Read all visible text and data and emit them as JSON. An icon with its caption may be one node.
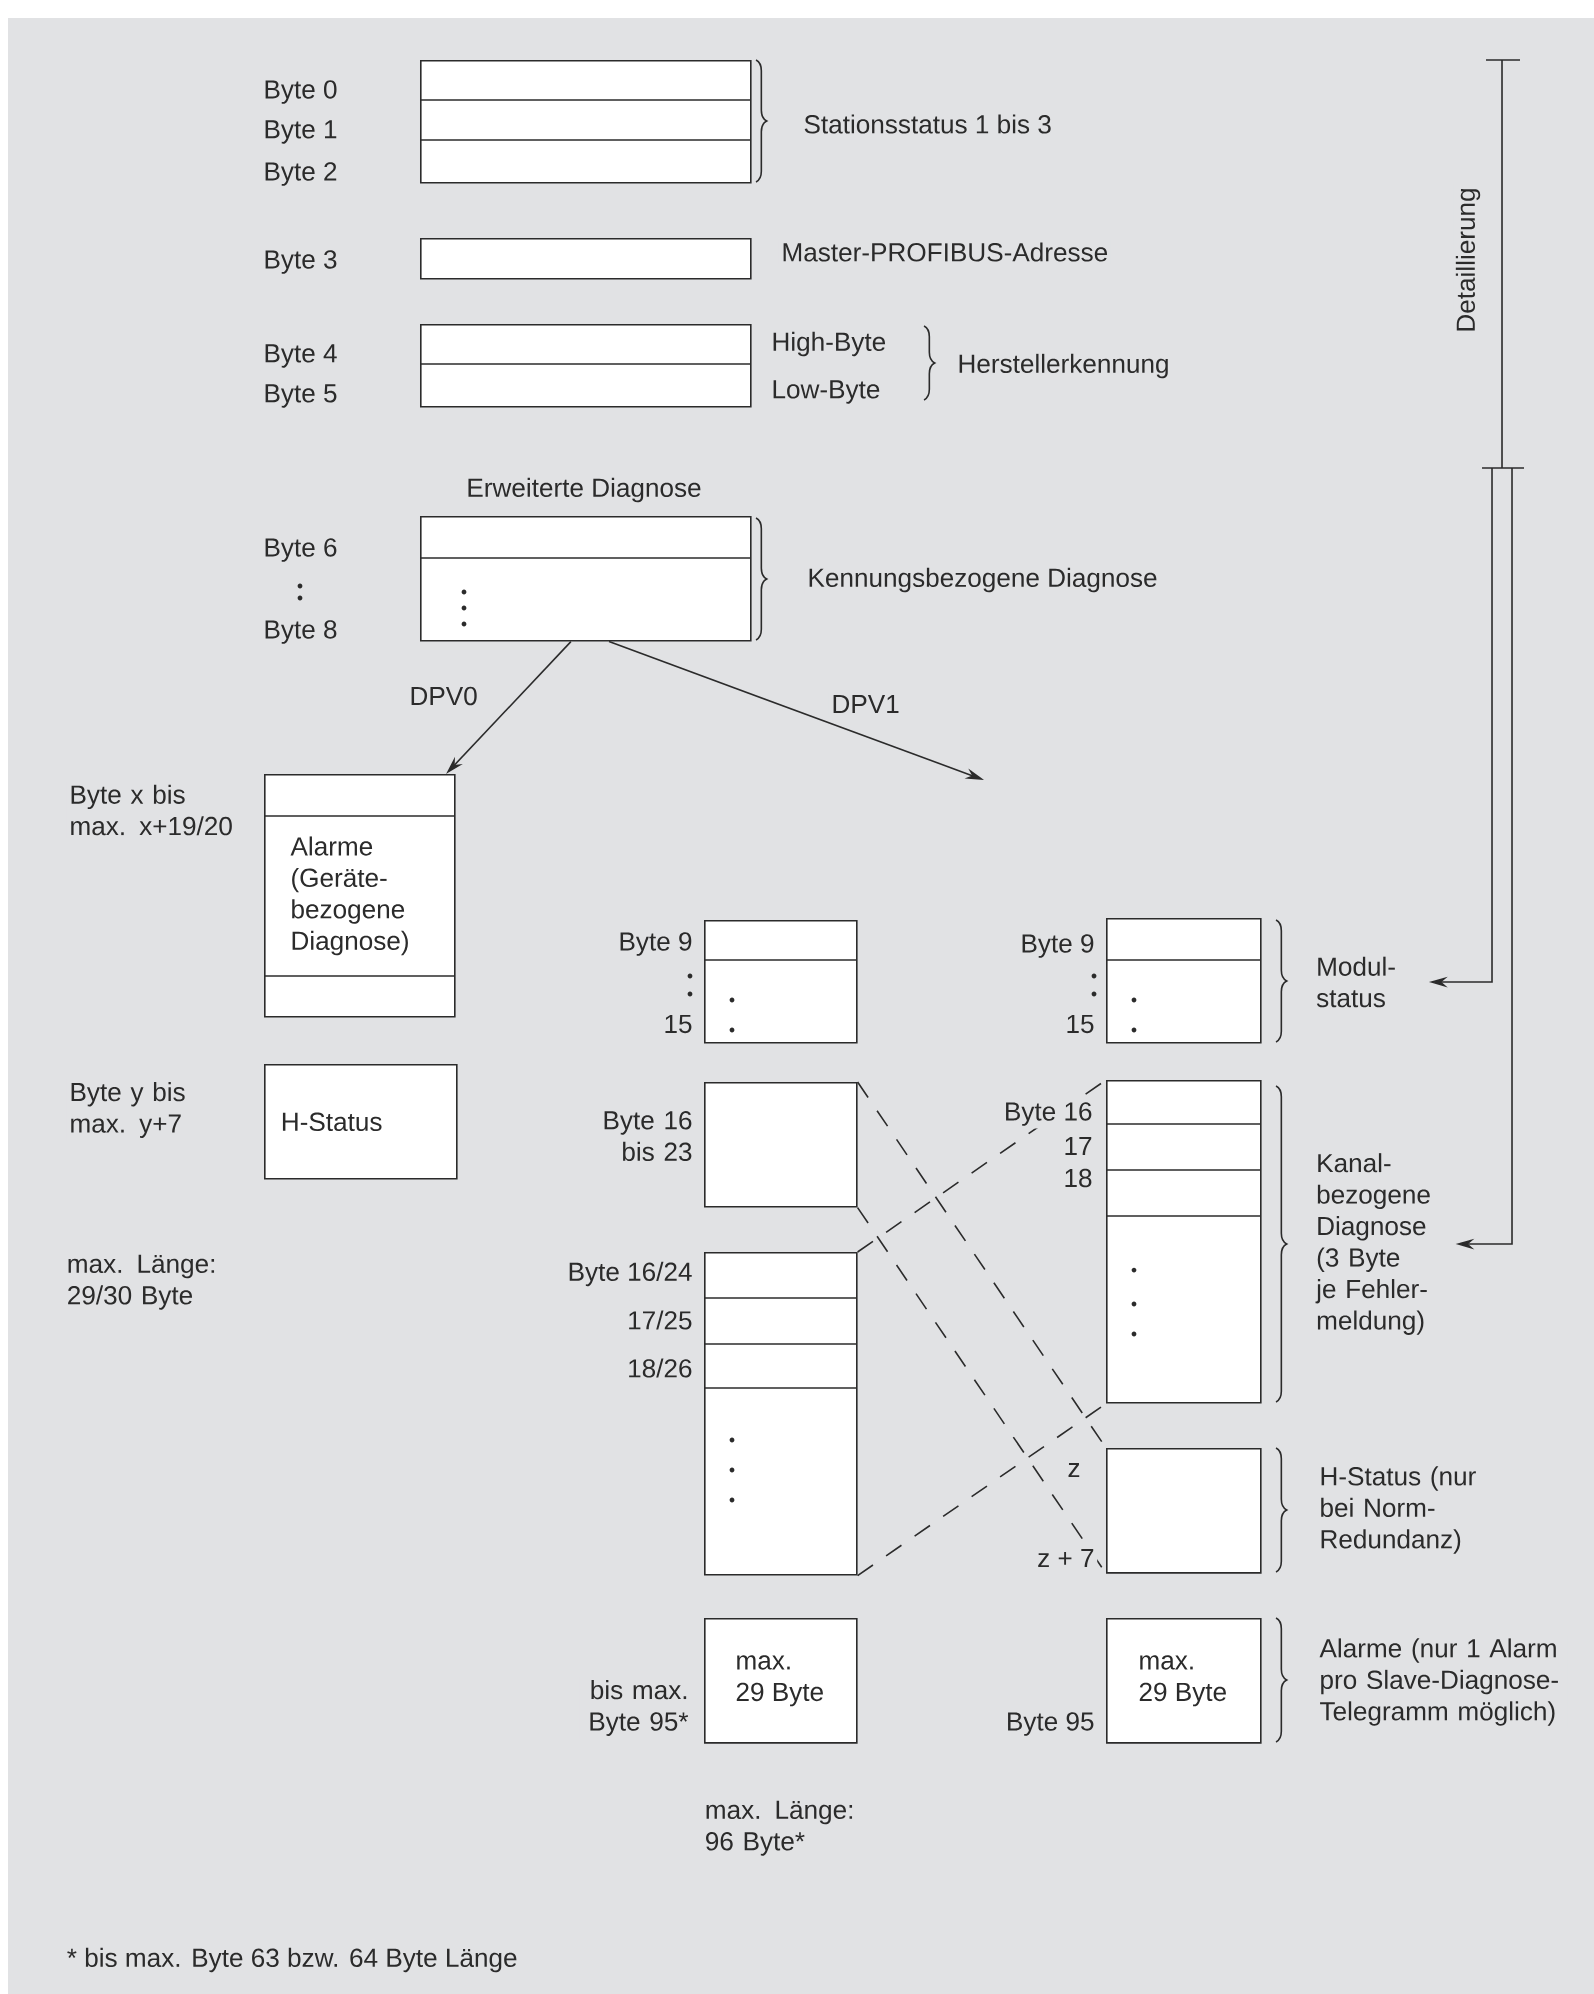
{
  "diagram": {
    "nodes": [
      {
        "text": [],
        "shape": "box",
        "beside": [
          "Byte 0",
          "Byte 1",
          "Byte 2",
          "Stationsstatus 1 bis 3"
        ]
      },
      {
        "text": [],
        "shape": "box",
        "beside": [
          "Byte 3",
          "Master-PROFIBUS-Adresse"
        ]
      },
      {
        "text": [],
        "shape": "box",
        "beside": [
          "Byte 4",
          "Byte 5",
          "High-Byte",
          "Low-Byte",
          "Herstellerkennung"
        ]
      },
      {
        "text": [
          "Erweiterte Diagnose"
        ],
        "beside": [
          "Byte 6",
          "Byte 8",
          "Kennungsbezogene Diagnose"
        ]
      },
      {
        "text": [
          "Alarme (Geräte- bezogene Diagnose)"
        ],
        "beside": [
          "Byte x bis max. x+19/20"
        ]
      },
      {
        "text": [
          "H-Status"
        ],
        "beside": [
          "Byte y bis max. y+7"
        ]
      },
      {
        "text": [],
        "shape": "box",
        "beside": [
          "Byte 9",
          "15"
        ]
      },
      {
        "text": [],
        "shape": "box",
        "beside": [
          "Byte 16 bis 23"
        ]
      },
      {
        "text": [],
        "shape": "box",
        "beside": [
          "Byte 16/24",
          "17/25",
          "18/26"
        ]
      },
      {
        "text": [
          "max. 29 Byte"
        ],
        "beside": [
          "bis max. Byte 95*"
        ]
      },
      {
        "text": [],
        "shape": "box",
        "beside": [
          "Byte 9",
          "15"
        ]
      },
      {
        "text": [
          "Modul- status"
        ]
      },
      {
        "text": [],
        "shape": "box",
        "beside": [
          "Byte 16",
          "17",
          "18"
        ]
      },
      {
        "text": [
          "Kanal- bezogene Diagnose (3 Byte je Fehler- meldung)"
        ]
      },
      {
        "text": [],
        "shape": "box",
        "beside": [
          "z",
          "z + 7",
          "H-Status (nur bei Norm- Redundanz)"
        ]
      },
      {
        "text": [
          "max. 29 Byte"
        ],
        "beside": [
          "Byte 95",
          "Alarme (nur 1 Alarm pro Slave-Diagnose- Telegramm möglich)"
        ]
      }
    ],
    "edges": [
      {
        "from": 3,
        "to": 4,
        "arrow": "to",
        "label": "DPV0"
      },
      {
        "from": 3,
        "to": null,
        "arrow": "to",
        "label": "DPV1"
      },
      {
        "from": null,
        "to": 11,
        "arrow": "to"
      },
      {
        "from": null,
        "to": 13,
        "arrow": "to"
      },
      {
        "from": 7,
        "to": 14,
        "arrow": "none",
        "style": "dashed"
      },
      {
        "from": 7,
        "to": 14,
        "arrow": "none",
        "style": "dashed"
      },
      {
        "from": 8,
        "to": 12,
        "arrow": "none",
        "style": "dashed"
      },
      {
        "from": 8,
        "to": 12,
        "arrow": "none",
        "style": "dashed"
      }
    ],
    "labels": [
      "Detaillierung",
      "max. Länge: 29/30 Byte",
      "max. Länge: 96 Byte*",
      "* bis max. Byte 63 bzw. 64 Byte Länge"
    ]
  }
}
